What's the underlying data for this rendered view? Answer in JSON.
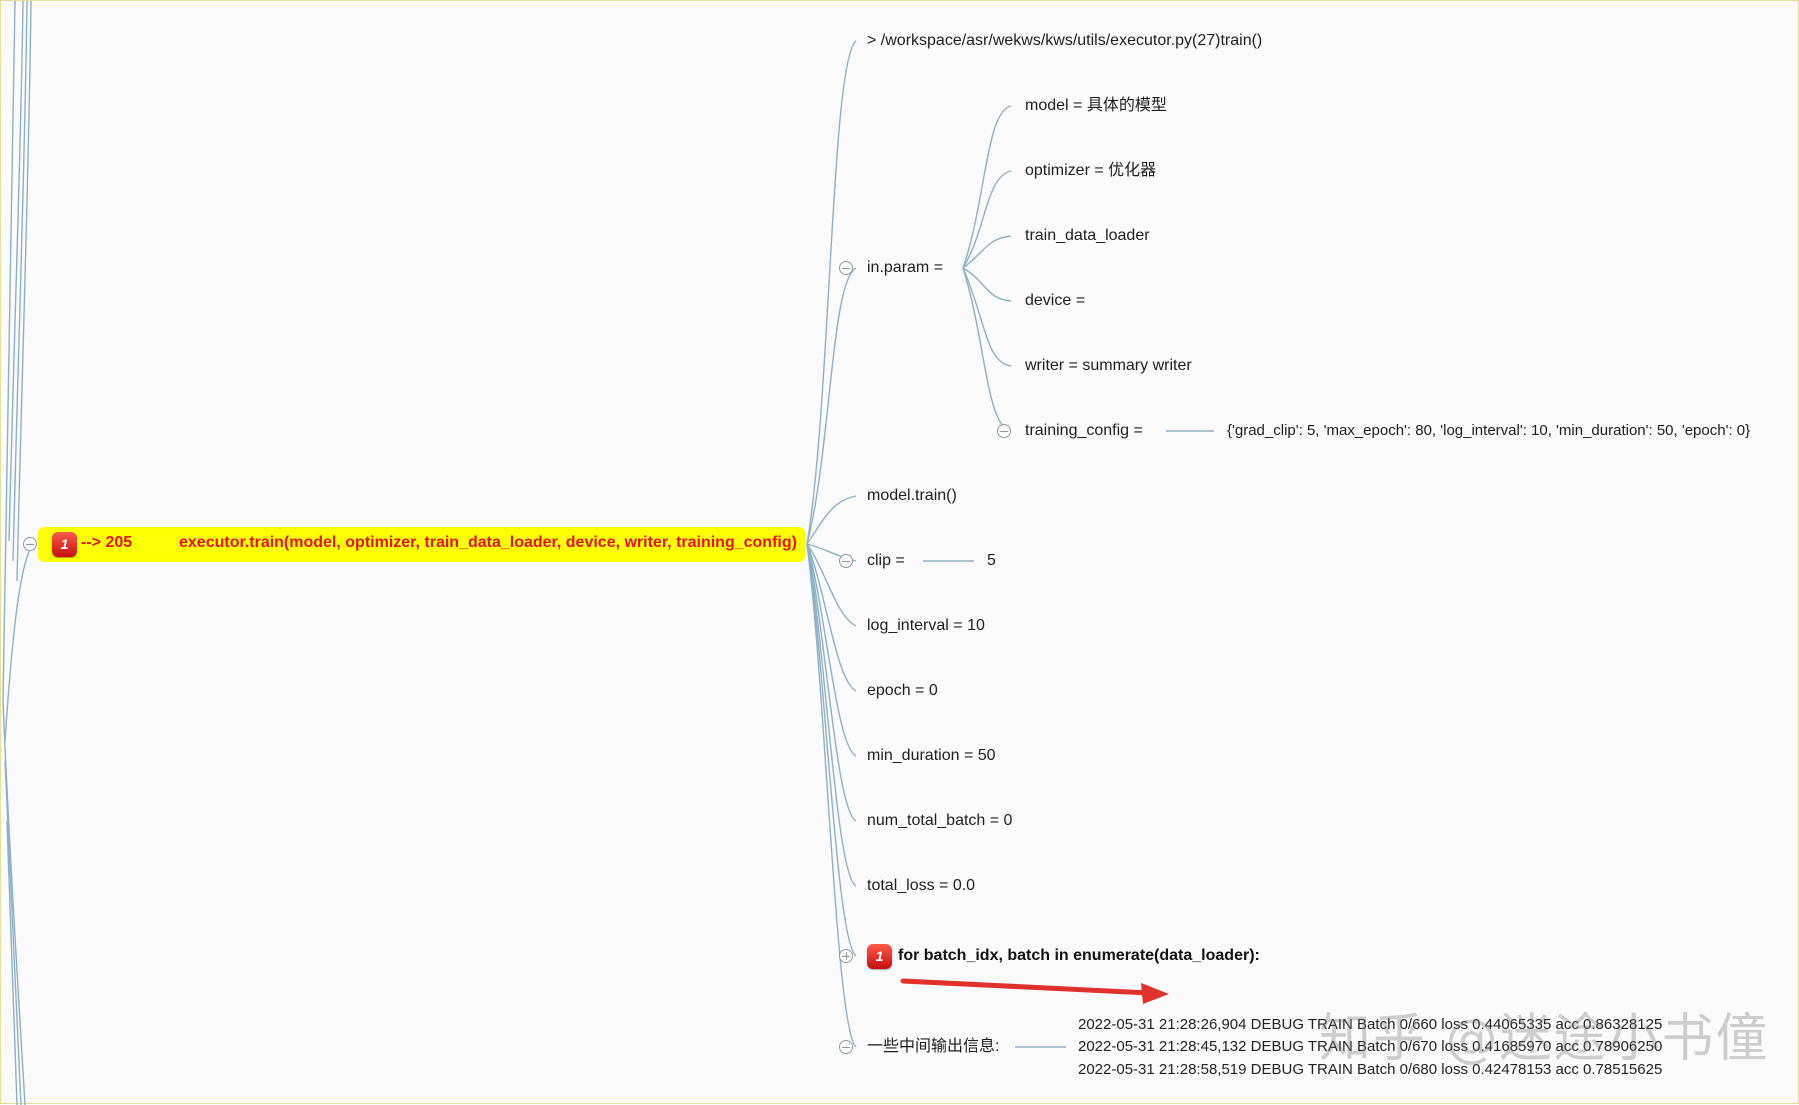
{
  "root": {
    "badge": "1",
    "line_ref": "--> 205",
    "call": "executor.train(model, optimizer, train_data_loader, device, writer, training_config)"
  },
  "nodes": {
    "location": "> /workspace/asr/wekws/kws/utils/executor.py(27)train()",
    "in_param": "in.param =",
    "params": [
      "model = 具体的模型",
      "optimizer = 优化器",
      "train_data_loader",
      "device =",
      "writer = summary writer",
      "training_config ="
    ],
    "training_config_value": "{'grad_clip': 5, 'max_epoch': 80, 'log_interval': 10, 'min_duration': 50, 'epoch': 0}",
    "model_train": "model.train()",
    "clip": "clip =",
    "clip_value": "5",
    "log_interval": "log_interval = 10",
    "epoch": "epoch = 0",
    "min_duration": "min_duration = 50",
    "num_total_batch": "num_total_batch = 0",
    "total_loss": "total_loss = 0.0",
    "for_loop_badge": "1",
    "for_loop": "for batch_idx, batch in enumerate(data_loader):",
    "output_info": "一些中间输出信息:",
    "logs": [
      "2022-05-31 21:28:26,904 DEBUG TRAIN Batch 0/660 loss 0.44065335 acc 0.86328125",
      "2022-05-31 21:28:45,132 DEBUG TRAIN Batch 0/670 loss 0.41685970 acc 0.78906250",
      "2022-05-31 21:28:58,519 DEBUG TRAIN Batch 0/680 loss 0.42478153 acc 0.78515625"
    ]
  },
  "watermark": "知乎 @迷途小书僮",
  "colors": {
    "branch": "#8fb0c4",
    "highlight": "#ffff05",
    "highlight_text": "#e3151f",
    "arrow": "#e0312d"
  }
}
